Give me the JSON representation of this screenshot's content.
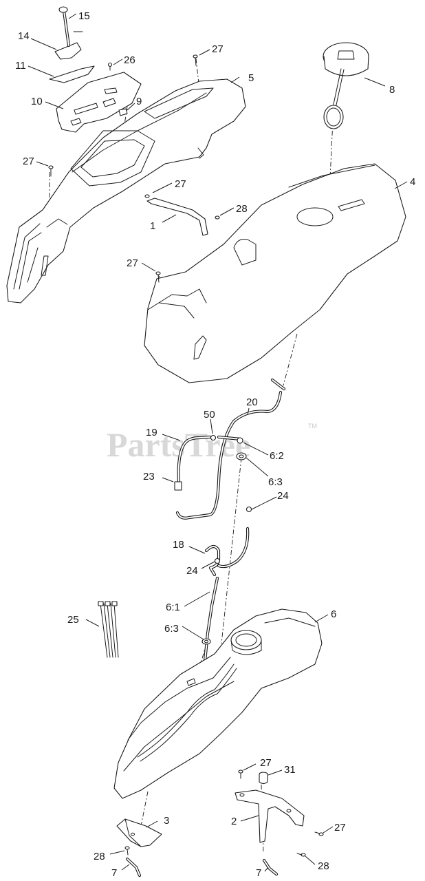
{
  "diagram": {
    "watermark": "PartsTree",
    "watermark_tm": "TM",
    "callouts": {
      "c1": "1",
      "c2": "2",
      "c3": "3",
      "c4": "4",
      "c5": "5",
      "c6": "6",
      "c7a": "7",
      "c7b": "7",
      "c8": "8",
      "c9": "9",
      "c10": "10",
      "c11": "11",
      "c14": "14",
      "c15": "15",
      "c18": "18",
      "c19": "19",
      "c20": "20",
      "c23": "23",
      "c24a": "24",
      "c24b": "24",
      "c25": "25",
      "c26": "26",
      "c27a": "27",
      "c27b": "27",
      "c27c": "27",
      "c27d": "27",
      "c27e": "27",
      "c27f": "27",
      "c28a": "28",
      "c28b": "28",
      "c28c": "28",
      "c31": "31",
      "c50": "50",
      "c61": "6:1",
      "c62": "6:2",
      "c63a": "6:3",
      "c63b": "6:3"
    }
  }
}
